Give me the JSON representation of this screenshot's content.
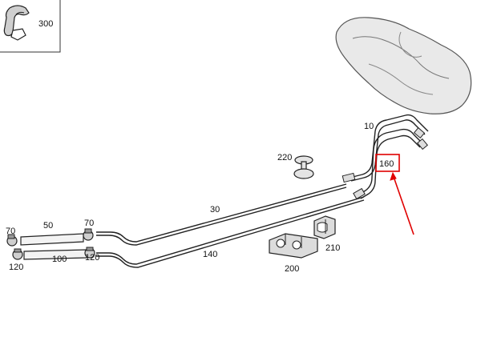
{
  "inset": {
    "part_label": "300"
  },
  "parts": {
    "p10": "10",
    "p30": "30",
    "p50": "50",
    "p70_left": "70",
    "p70_right": "70",
    "p100": "100",
    "p120_left": "120",
    "p120_right": "120",
    "p140": "140",
    "p160": "160",
    "p200": "200",
    "p210": "210",
    "p220": "220"
  },
  "highlight": {
    "part": "160",
    "color": "#e00000"
  }
}
